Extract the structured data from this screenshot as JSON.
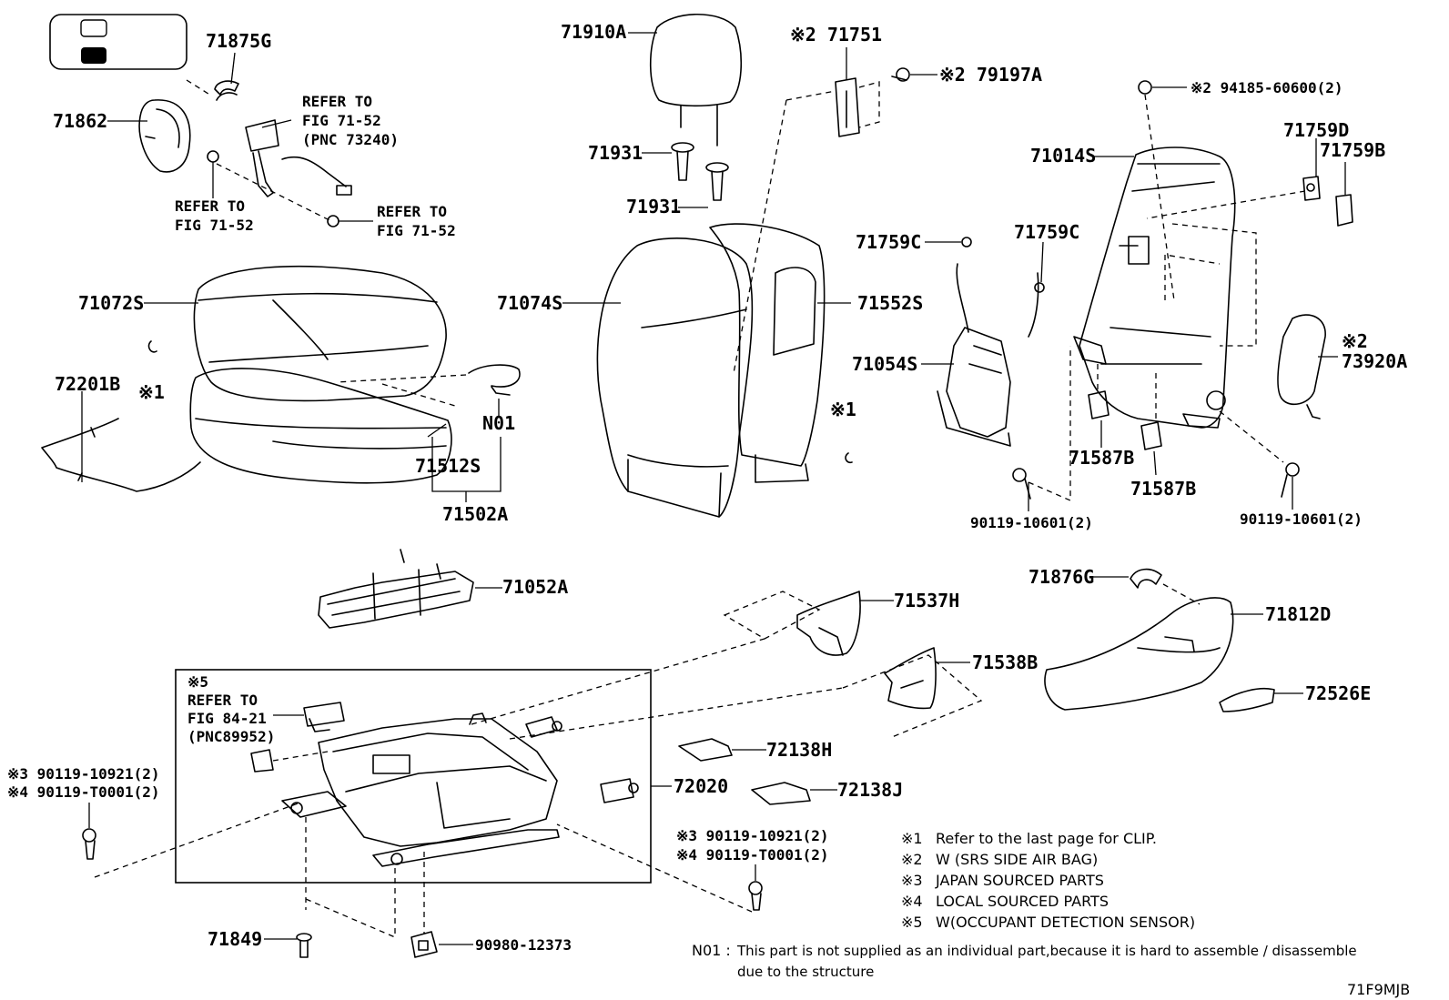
{
  "labels": {
    "p71875G": "71875G",
    "p71862": "71862",
    "refer1": [
      "REFER TO",
      "FIG 71-52",
      "(PNC 73240)"
    ],
    "refer2": [
      "REFER TO",
      "FIG 71-52"
    ],
    "refer3": [
      "REFER TO",
      "FIG 71-52"
    ],
    "p71072S": "71072S",
    "p72201B": "72201B",
    "star1a": "※1",
    "n01": "N01",
    "p71512S": "71512S",
    "p71502A": "71502A",
    "p71910A": "71910A",
    "p71931a": "71931",
    "p71931b": "71931",
    "p71074S": "71074S",
    "p71751": "※2 71751",
    "p79197A": "※2 79197A",
    "p71552S": "71552S",
    "star1b": "※1",
    "p94185": "※2 94185-60600(2)",
    "p71014S": "71014S",
    "p71759D": "71759D",
    "p71759B": "71759B",
    "p71759Ca": "71759C",
    "p71759Cb": "71759C",
    "p71054S": "71054S",
    "p73920A_star": "※2",
    "p73920A": "73920A",
    "p71587Ba": "71587B",
    "p71587Bb": "71587B",
    "p90119a": "90119-10601(2)",
    "p90119b": "90119-10601(2)",
    "p71052A": "71052A",
    "p71537H": "71537H",
    "p71538B": "71538B",
    "p71876G": "71876G",
    "p71812D": "71812D",
    "p72526E": "72526E",
    "refer4": [
      "※5",
      "REFER TO",
      "FIG 84-21",
      "(PNC89952)"
    ],
    "p72138H": "72138H",
    "p72138J": "72138J",
    "p72020": "72020",
    "left_bolts": [
      "※3 90119-10921(2)",
      "※4 90119-T0001(2)"
    ],
    "right_bolts": [
      "※3  90119-10921(2)",
      "※4  90119-T0001(2)"
    ],
    "p71849": "71849",
    "p90980": "90980-12373",
    "ref_code": "71F9MJB"
  },
  "legend": [
    {
      "key": "※1",
      "text": "Refer to the last page for CLIP."
    },
    {
      "key": "※2",
      "text": "W (SRS SIDE AIR BAG)"
    },
    {
      "key": "※3",
      "text": "JAPAN SOURCED PARTS"
    },
    {
      "key": "※4",
      "text": "LOCAL SOURCED PARTS"
    },
    {
      "key": "※5",
      "text": "W(OCCUPANT DETECTION SENSOR)"
    }
  ],
  "note": {
    "key": "N01 :",
    "line1": "This part is not supplied as an individual part,because it is hard to assemble / disassemble",
    "line2": "due to the structure"
  }
}
